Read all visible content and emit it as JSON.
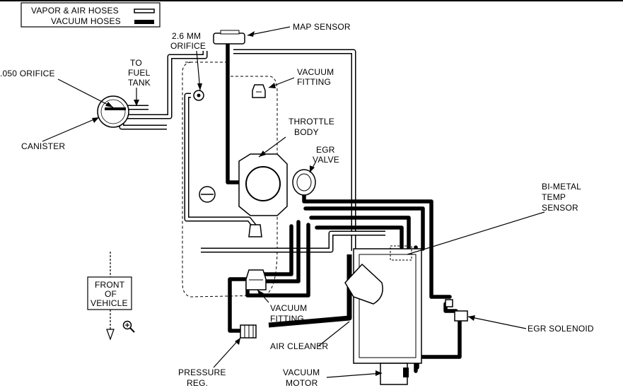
{
  "legend": {
    "vapor_air": "VAPOR & AIR HOSES",
    "vacuum": "VACUUM HOSES"
  },
  "labels": {
    "map_sensor": "MAP SENSOR",
    "orifice_26_line1": "2.6 MM",
    "orifice_26_line2": "ORIFICE",
    "orifice_050": ".050 ORIFICE",
    "to_fuel_tank_1": "TO",
    "to_fuel_tank_2": "FUEL",
    "to_fuel_tank_3": "TANK",
    "vacuum_fitting_top_1": "VACUUM",
    "vacuum_fitting_top_2": "FITTING",
    "throttle_body_1": "THROTTLE",
    "throttle_body_2": "BODY",
    "canister": "CANISTER",
    "egr_valve_1": "EGR",
    "egr_valve_2": "VALVE",
    "bimetal_1": "BI-METAL",
    "bimetal_2": "TEMP",
    "bimetal_3": "SENSOR",
    "front_1": "FRONT",
    "front_2": "OF",
    "front_3": "VEHICLE",
    "vacuum_fitting_bottom_1": "VACUUM",
    "vacuum_fitting_bottom_2": "FITTING",
    "egr_solenoid": "EGR SOLENOID",
    "air_cleaner": "AIR CLEANER",
    "pressure_reg_1": "PRESSURE",
    "pressure_reg_2": "REG.",
    "vacuum_motor_1": "VACUUM",
    "vacuum_motor_2": "MOTOR"
  },
  "icons": {
    "zoom": "magnifier-plus-icon"
  }
}
